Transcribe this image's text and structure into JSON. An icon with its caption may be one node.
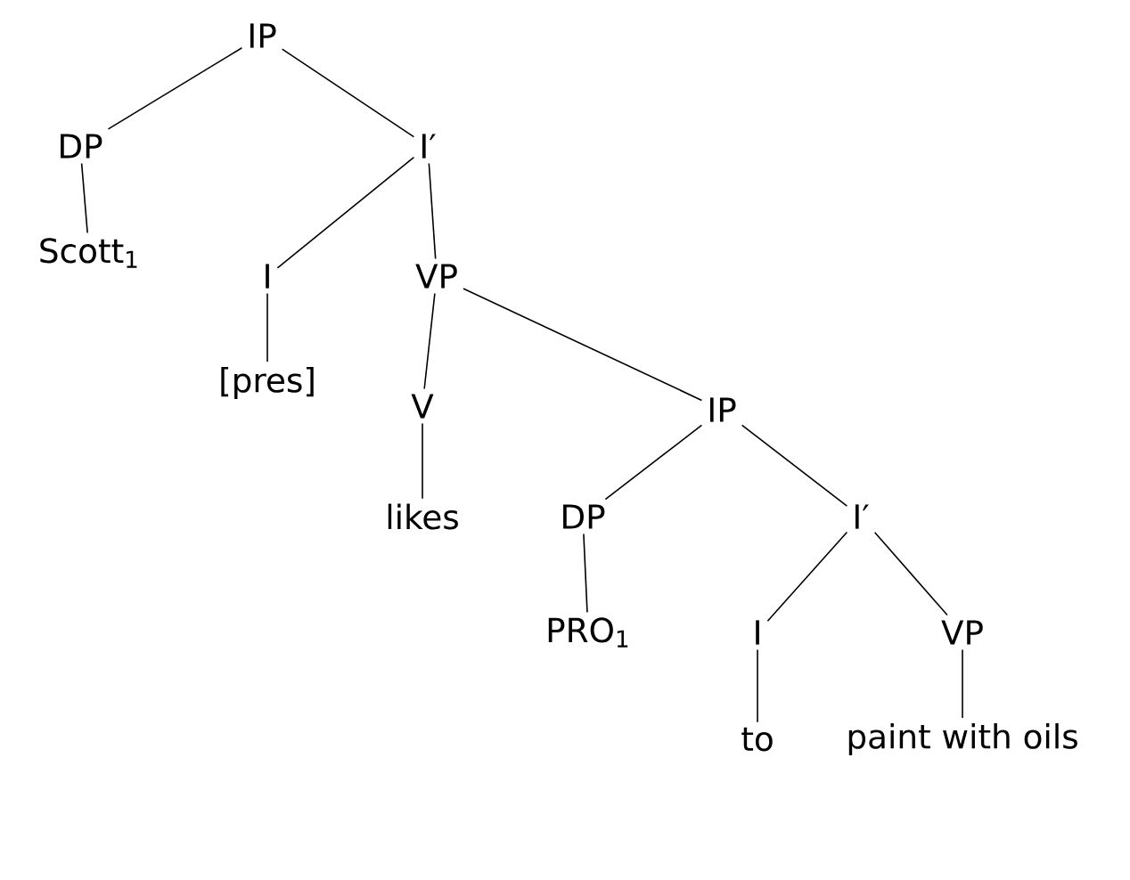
{
  "diagram": {
    "nodes": [
      {
        "text": [
          "IP"
        ]
      },
      {
        "text": [
          "DP"
        ]
      },
      {
        "text": [
          "I′"
        ]
      },
      {
        "text": [
          "Scott$_{1}$"
        ]
      },
      {
        "text": [
          "I"
        ]
      },
      {
        "text": [
          "VP"
        ]
      },
      {
        "text": [
          "[pres]"
        ]
      },
      {
        "text": [
          "V"
        ]
      },
      {
        "text": [
          "IP"
        ]
      },
      {
        "text": [
          "likes"
        ]
      },
      {
        "text": [
          "DP"
        ]
      },
      {
        "text": [
          "I′"
        ]
      },
      {
        "text": [
          "PRO$_{1}$"
        ]
      },
      {
        "text": [
          "I"
        ]
      },
      {
        "text": [
          "VP"
        ]
      },
      {
        "text": [
          "to"
        ]
      },
      {
        "text": [
          "paint with oils"
        ]
      }
    ],
    "edges": [
      {
        "from": 0,
        "to": 1,
        "arrow": "none"
      },
      {
        "from": 0,
        "to": 2,
        "arrow": "none"
      },
      {
        "from": 1,
        "to": 3,
        "arrow": "none"
      },
      {
        "from": 2,
        "to": 4,
        "arrow": "none"
      },
      {
        "from": 2,
        "to": 5,
        "arrow": "none"
      },
      {
        "from": 4,
        "to": 6,
        "arrow": "none"
      },
      {
        "from": 5,
        "to": 7,
        "arrow": "none"
      },
      {
        "from": 5,
        "to": 8,
        "arrow": "none"
      },
      {
        "from": 7,
        "to": 9,
        "arrow": "none"
      },
      {
        "from": 8,
        "to": 10,
        "arrow": "none"
      },
      {
        "from": 8,
        "to": 11,
        "arrow": "none"
      },
      {
        "from": 10,
        "to": 12,
        "arrow": "none"
      },
      {
        "from": 11,
        "to": 13,
        "arrow": "none"
      },
      {
        "from": 11,
        "to": 14,
        "arrow": "none"
      },
      {
        "from": 13,
        "to": 15,
        "arrow": "none"
      },
      {
        "from": 14,
        "to": 16,
        "arrow": "none"
      }
    ]
  }
}
